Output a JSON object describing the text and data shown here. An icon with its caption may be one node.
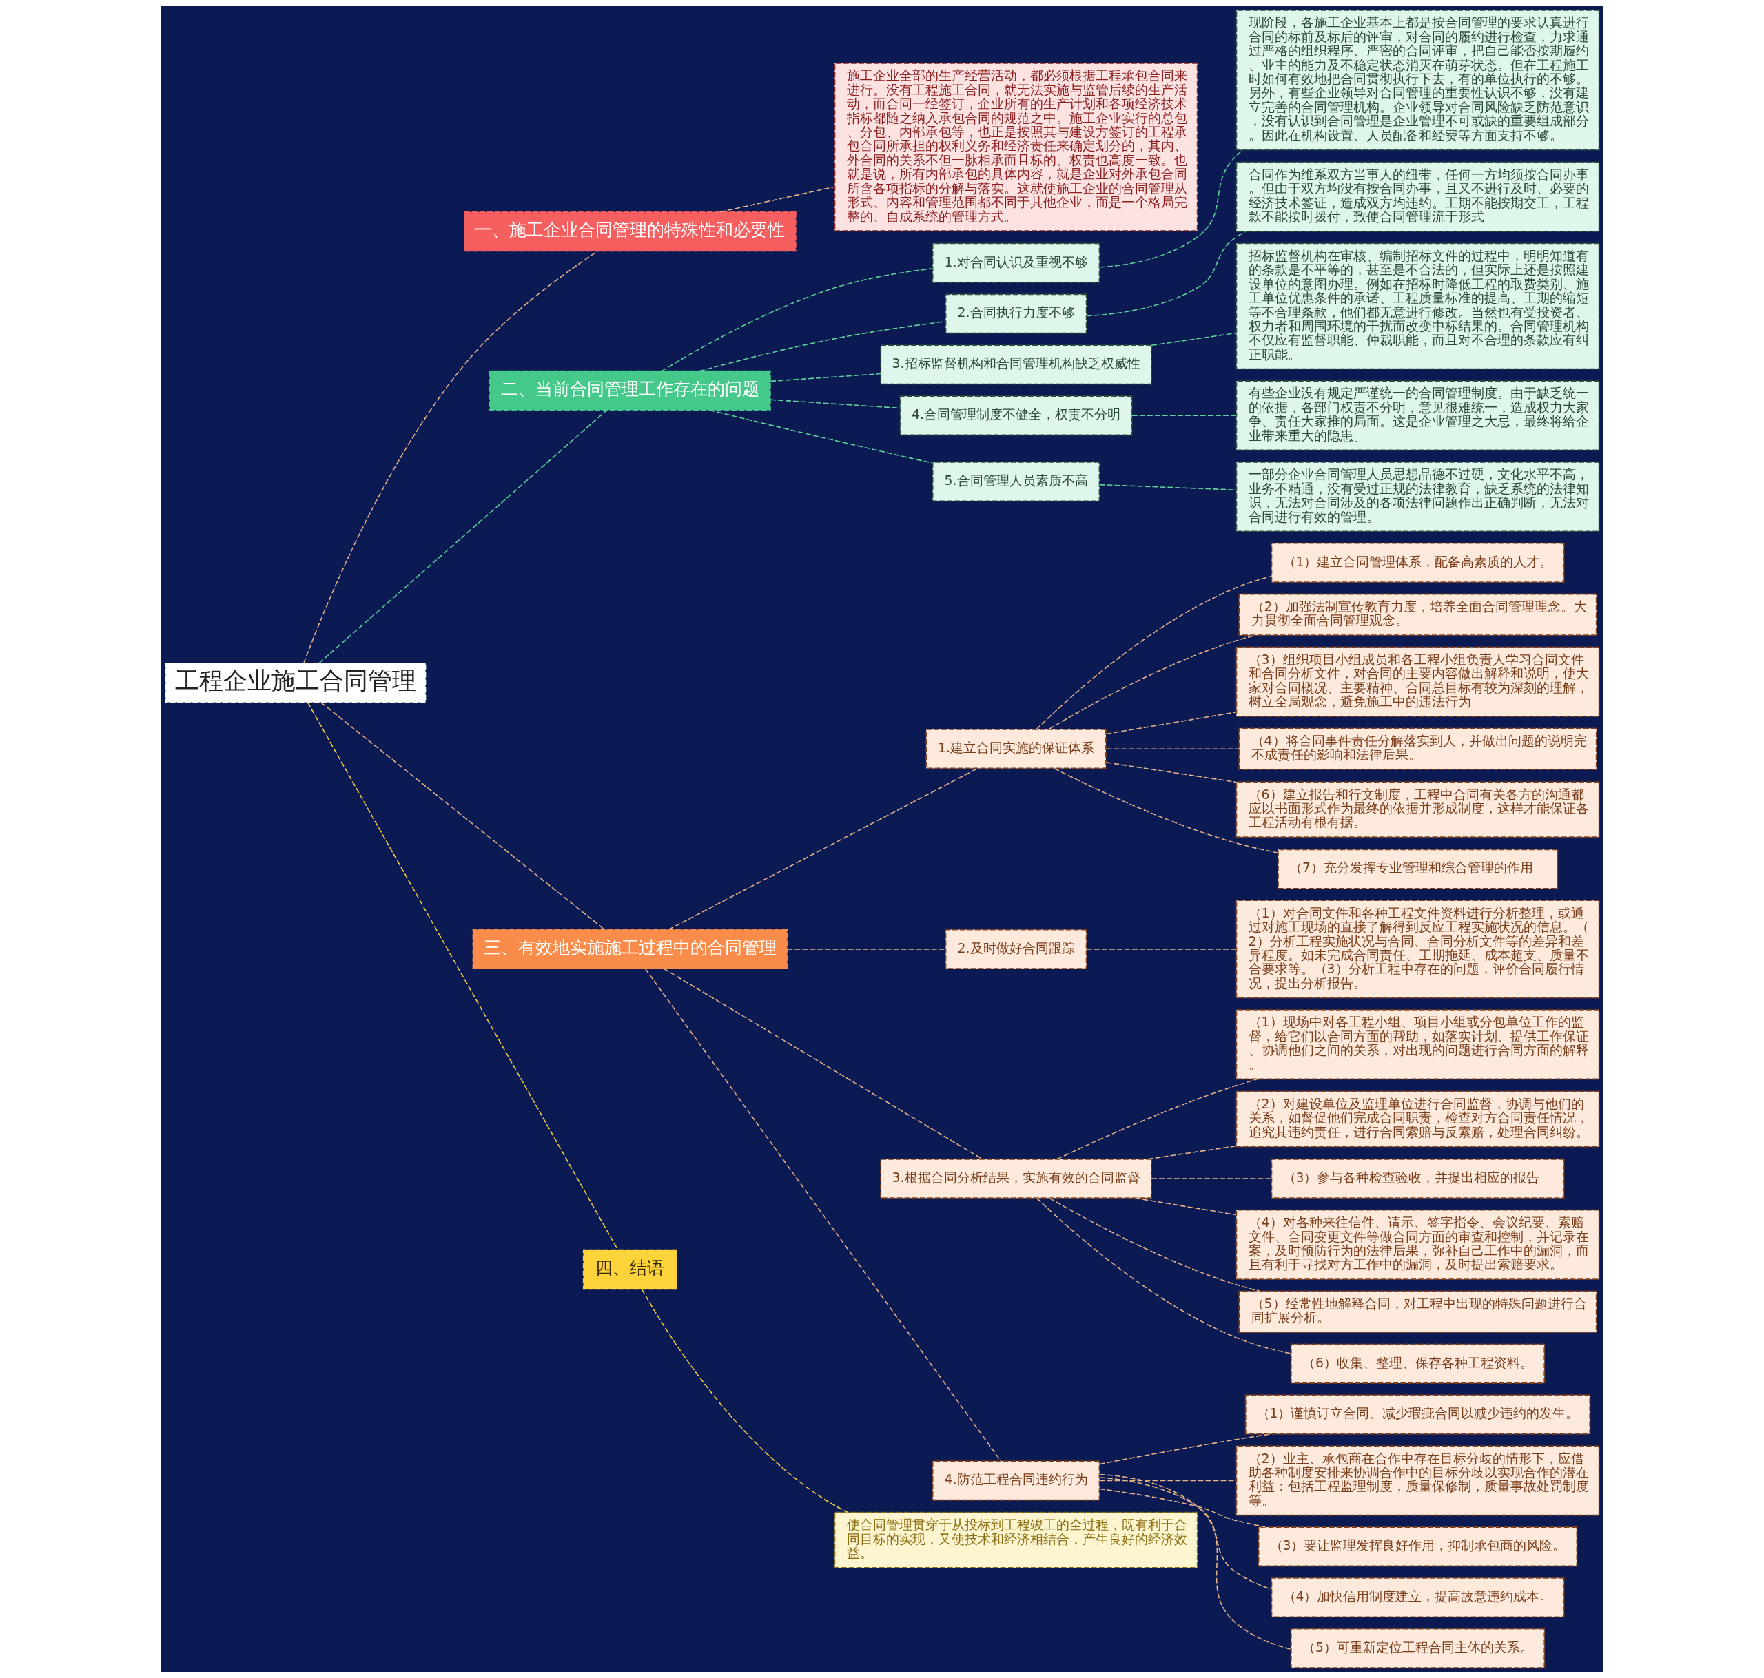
{
  "diagram": {
    "nodes": [
      {
        "text": [
          "工程企业施工合同管理"
        ]
      },
      {
        "text": [
          "一、施工企业合同管理的特殊性和必要性"
        ]
      },
      {
        "text": [
          "施工企业全部的生产经营活动，都必须根据工程承包合同来进行。没有工程施工合同，就无法实施与监管后续的生产活动，而合同一经签订，企业所有的生产计划和各项经济技术指标都随之纳入承包合同的规范之中。施工企业实行的总包、分包、内部承包等，也正是按照其与建设方签订的工程承包合同所承担的权利义务和经济责任来确定划分的，其内、外合同的关系不但一脉相承而且标的、权责也高度一致。也就是说，所有内部承包的具体内容，就是企业对外承包合同所含各项指标的分解与落实。这就使施工企业的合同管理从形式、内容和管理范围都不同于其他企业，而是一个格局完整的、自成系统的管理方式。"
        ]
      },
      {
        "text": [
          "二、当前合同管理工作存在的问题"
        ]
      },
      {
        "text": [
          "1.对合同认识及重视不够"
        ]
      },
      {
        "text": [
          "现阶段，各施工企业基本上都是按合同管理的要求认真进行合同的标前及标后的评审，对合同的履约进行检查，力求通过严格的组织程序、严密的合同评审，把自己能否按期履约、业主的能力及不稳定状态消灭在萌芽状态。但在工程施工时如何有效地把合同贯彻执行下去，有的单位执行的不够。另外，有些企业领导对合同管理的重要性认识不够，没有建立完善的合同管理机构。企业领导对合同风险缺乏防范意识，没有认识到合同管理是企业管理不可或缺的重要组成部分。因此在机构设置、人员配备和经费等方面支持不够。"
        ]
      },
      {
        "text": [
          "2.合同执行力度不够"
        ]
      },
      {
        "text": [
          "合同作为维系双方当事人的纽带，任何一方均须按合同办事。但由于双方均没有按合同办事，且又不进行及时、必要的经济技术签证，造成双方均违约。工期不能按期交工，工程款不能按时拨付，致使合同管理流于形式。"
        ]
      },
      {
        "text": [
          "3.招标监督机构和合同管理机构缺乏权威性"
        ]
      },
      {
        "text": [
          "招标监督机构在审核、编制招标文件的过程中，明明知道有的条款是不平等的，甚至是不合法的，但实际上还是按照建设单位的意图办理。例如在招标时降低工程的取费类别、施工单位优惠条件的承诺、工程质量标准的提高、工期的缩短等不合理条款，他们都无意进行修改。当然也有受投资者、权力者和周围环境的干扰而改变中标结果的。合同管理机构不仅应有监督职能、仲裁职能，而且对不合理的条款应有纠正职能。"
        ]
      },
      {
        "text": [
          "4.合同管理制度不健全，权责不分明"
        ]
      },
      {
        "text": [
          "有些企业没有规定严谨统一的合同管理制度。由于缺乏统一的依据，各部门权责不分明，意见很难统一，造成权力大家争、责任大家推的局面。这是企业管理之大忌，最终将给企业带来重大的隐患。"
        ]
      },
      {
        "text": [
          "5.合同管理人员素质不高"
        ]
      },
      {
        "text": [
          "一部分企业合同管理人员思想品德不过硬，文化水平不高，业务不精通，没有受过正规的法律教育，缺乏系统的法律知识，无法对合同涉及的各项法律问题作出正确判断，无法对合同进行有效的管理。"
        ]
      },
      {
        "text": [
          "三、有效地实施施工过程中的合同管理"
        ]
      },
      {
        "text": [
          "1.建立合同实施的保证体系"
        ]
      },
      {
        "text": [
          "（1）建立合同管理体系，配备高素质的人才。"
        ]
      },
      {
        "text": [
          "（2）加强法制宣传教育力度，培养全面合同管理理念。大力贯彻全面合同管理观念。"
        ]
      },
      {
        "text": [
          "（3）组织项目小组成员和各工程小组负责人学习合同文件和合同分析文件，对合同的主要内容做出解释和说明，使大家对合同概况、主要精神、合同总目标有较为深刻的理解，树立全局观念，避免施工中的违法行为。"
        ]
      },
      {
        "text": [
          "（4）将合同事件责任分解落实到人，并做出问题的说明完不成责任的影响和法律后果。"
        ]
      },
      {
        "text": [
          "（6）建立报告和行文制度，工程中合同有关各方的沟通都应以书面形式作为最终的依据并形成制度，这样才能保证各工程活动有根有据。"
        ]
      },
      {
        "text": [
          "（7）充分发挥专业管理和综合管理的作用。"
        ]
      },
      {
        "text": [
          "2.及时做好合同跟踪"
        ]
      },
      {
        "text": [
          "（1）对合同文件和各种工程文件资料进行分析整理，或通过对施工现场的直接了解得到反应工程实施状况的信息。（2）分析工程实施状况与合同、合同分析文件等的差异和差异程度。如未完成合同责任、工期拖延、成本超支、质量不合要求等。（3）分析工程中存在的问题，评价合同履行情况，提出分析报告。"
        ]
      },
      {
        "text": [
          "3.根据合同分析结果，实施有效的合同监督"
        ]
      },
      {
        "text": [
          "（1）现场中对各工程小组、项目小组或分包单位工作的监督，给它们以合同方面的帮助，如落实计划、提供工作保证、协调他们之间的关系，对出现的问题进行合同方面的解释。"
        ]
      },
      {
        "text": [
          "（2）对建设单位及监理单位进行合同监督，协调与他们的关系，如督促他们完成合同职责，检查对方合同责任情况，追究其违约责任，进行合同索赔与反索赔，处理合同纠纷。"
        ]
      },
      {
        "text": [
          "（3）参与各种检查验收，并提出相应的报告。"
        ]
      },
      {
        "text": [
          "（4）对各种来往信件、请示、签字指令、会议纪要、索赔文件、合同变更文件等做合同方面的审查和控制，并记录在案，及时预防行为的法律后果，弥补自己工作中的漏洞，而且有利于寻找对方工作中的漏洞，及时提出索赔要求。"
        ]
      },
      {
        "text": [
          "（5）经常性地解释合同，对工程中出现的特殊问题进行合同扩展分析。"
        ]
      },
      {
        "text": [
          "（6）收集、整理、保存各种工程资料。"
        ]
      },
      {
        "text": [
          "4.防范工程合同违约行为"
        ]
      },
      {
        "text": [
          "（1）谨慎订立合同、减少瑕疵合同以减少违约的发生。"
        ]
      },
      {
        "text": [
          "（2）业主、承包商在合作中存在目标分歧的情形下，应借助各种制度安排来协调合作中的目标分歧以实现合作的潜在利益：包括工程监理制度，质量保修制，质量事故处罚制度等。"
        ]
      },
      {
        "text": [
          "（3）要让监理发挥良好作用，抑制承包商的风险。"
        ]
      },
      {
        "text": [
          "（4）加快信用制度建立，提高故意违约成本。"
        ]
      },
      {
        "text": [
          "（5）可重新定位工程合同主体的关系。"
        ]
      },
      {
        "text": [
          "四、结语"
        ]
      },
      {
        "text": [
          "使合同管理贯穿于从投标到工程竣工的全过程，既有利于合同目标的实现，又使技术和经济相结合，产生良好的经济效益。"
        ]
      }
    ],
    "edges": [
      {
        "from": 0,
        "to": 1,
        "arrow": "none",
        "style": "dashed"
      },
      {
        "from": 1,
        "to": 2,
        "arrow": "none",
        "style": "dashed"
      },
      {
        "from": 0,
        "to": 3,
        "arrow": "none",
        "style": "dashed",
        "color": "#5fd39a"
      },
      {
        "from": 3,
        "to": 4,
        "arrow": "none",
        "style": "dashed",
        "color": "#5fd39a"
      },
      {
        "from": 4,
        "to": 5,
        "arrow": "none",
        "style": "dashed",
        "color": "#5fd39a"
      },
      {
        "from": 3,
        "to": 6,
        "arrow": "none",
        "style": "dashed",
        "color": "#5fd39a"
      },
      {
        "from": 6,
        "to": 7,
        "arrow": "none",
        "style": "dashed",
        "color": "#5fd39a"
      },
      {
        "from": 3,
        "to": 8,
        "arrow": "none",
        "style": "dashed",
        "color": "#5fd39a"
      },
      {
        "from": 8,
        "to": 9,
        "arrow": "none",
        "style": "dashed",
        "color": "#5fd39a"
      },
      {
        "from": 3,
        "to": 10,
        "arrow": "none",
        "style": "dashed",
        "color": "#5fd39a"
      },
      {
        "from": 10,
        "to": 11,
        "arrow": "none",
        "style": "dashed",
        "color": "#5fd39a"
      },
      {
        "from": 3,
        "to": 12,
        "arrow": "none",
        "style": "dashed",
        "color": "#5fd39a"
      },
      {
        "from": 12,
        "to": 13,
        "arrow": "none",
        "style": "dashed",
        "color": "#5fd39a"
      },
      {
        "from": 0,
        "to": 14,
        "arrow": "none",
        "style": "dashed"
      },
      {
        "from": 14,
        "to": 15,
        "arrow": "none",
        "style": "dashed"
      },
      {
        "from": 15,
        "to": 16,
        "arrow": "none",
        "style": "dashed"
      },
      {
        "from": 15,
        "to": 17,
        "arrow": "none",
        "style": "dashed"
      },
      {
        "from": 15,
        "to": 18,
        "arrow": "none",
        "style": "dashed"
      },
      {
        "from": 15,
        "to": 19,
        "arrow": "none",
        "style": "dashed"
      },
      {
        "from": 15,
        "to": 20,
        "arrow": "none",
        "style": "dashed"
      },
      {
        "from": 15,
        "to": 21,
        "arrow": "none",
        "style": "dashed"
      },
      {
        "from": 14,
        "to": 22,
        "arrow": "none",
        "style": "dashed"
      },
      {
        "from": 22,
        "to": 23,
        "arrow": "none",
        "style": "dashed"
      },
      {
        "from": 14,
        "to": 24,
        "arrow": "none",
        "style": "dashed"
      },
      {
        "from": 24,
        "to": 25,
        "arrow": "none",
        "style": "dashed"
      },
      {
        "from": 24,
        "to": 26,
        "arrow": "none",
        "style": "dashed"
      },
      {
        "from": 24,
        "to": 27,
        "arrow": "none",
        "style": "dashed"
      },
      {
        "from": 24,
        "to": 28,
        "arrow": "none",
        "style": "dashed"
      },
      {
        "from": 24,
        "to": 29,
        "arrow": "none",
        "style": "dashed"
      },
      {
        "from": 24,
        "to": 30,
        "arrow": "none",
        "style": "dashed"
      },
      {
        "from": 14,
        "to": 31,
        "arrow": "none",
        "style": "dashed"
      },
      {
        "from": 31,
        "to": 32,
        "arrow": "none",
        "style": "dashed"
      },
      {
        "from": 31,
        "to": 33,
        "arrow": "none",
        "style": "dashed"
      },
      {
        "from": 31,
        "to": 34,
        "arrow": "none",
        "style": "dashed"
      },
      {
        "from": 31,
        "to": 35,
        "arrow": "none",
        "style": "dashed"
      },
      {
        "from": 31,
        "to": 36,
        "arrow": "none",
        "style": "dashed"
      },
      {
        "from": 0,
        "to": 37,
        "arrow": "none",
        "style": "dashed",
        "color": "#f5d040"
      },
      {
        "from": 37,
        "to": 38,
        "arrow": "none",
        "style": "dashed",
        "color": "#f5d040"
      }
    ]
  }
}
